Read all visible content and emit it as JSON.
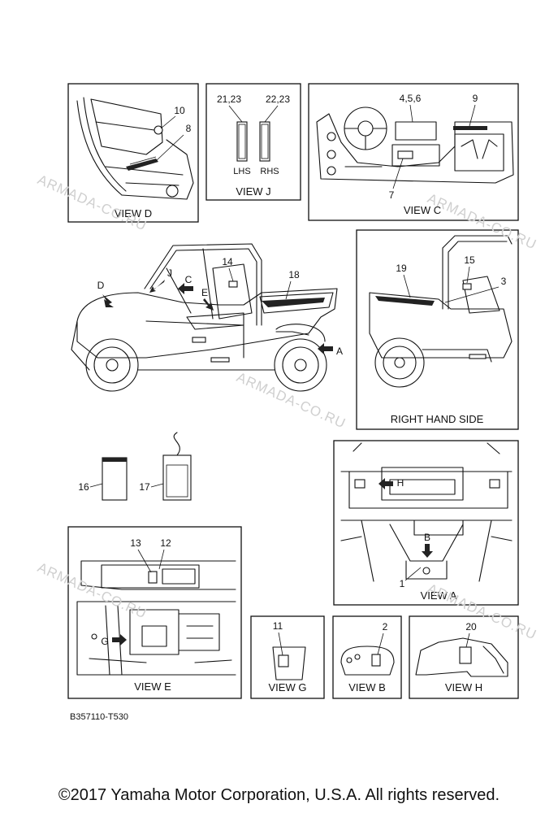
{
  "panels": {
    "view_d": {
      "caption": "VIEW D",
      "callouts": [
        "10",
        "8"
      ]
    },
    "view_j": {
      "caption": "VIEW J",
      "callouts": [
        "21,23",
        "22,23"
      ],
      "left_label": "LHS",
      "right_label": "RHS"
    },
    "view_c": {
      "caption": "VIEW C",
      "callouts": [
        "4,5,6",
        "9",
        "7"
      ]
    },
    "main_vehicle": {
      "callouts": [
        "D",
        "J",
        "C",
        "E",
        "14",
        "18",
        "A"
      ]
    },
    "right_hand_side": {
      "caption": "RIGHT HAND SIDE",
      "callouts": [
        "19",
        "15",
        "3"
      ]
    },
    "loose_parts": {
      "callouts": [
        "16",
        "17"
      ]
    },
    "view_a": {
      "caption": "VIEW A",
      "callouts": [
        "H",
        "B",
        "1"
      ]
    },
    "view_e": {
      "caption": "VIEW E",
      "callouts": [
        "13",
        "12",
        "G"
      ]
    },
    "view_g": {
      "caption": "VIEW G",
      "callouts": [
        "11"
      ]
    },
    "view_b": {
      "caption": "VIEW B",
      "callouts": [
        "2"
      ]
    },
    "view_h": {
      "caption": "VIEW H",
      "callouts": [
        "20"
      ]
    }
  },
  "watermark": "ARMADA-CO.RU",
  "part_code": "B357110-T530",
  "copyright": "©2017 Yamaha Motor Corporation, U.S.A. All rights reserved."
}
